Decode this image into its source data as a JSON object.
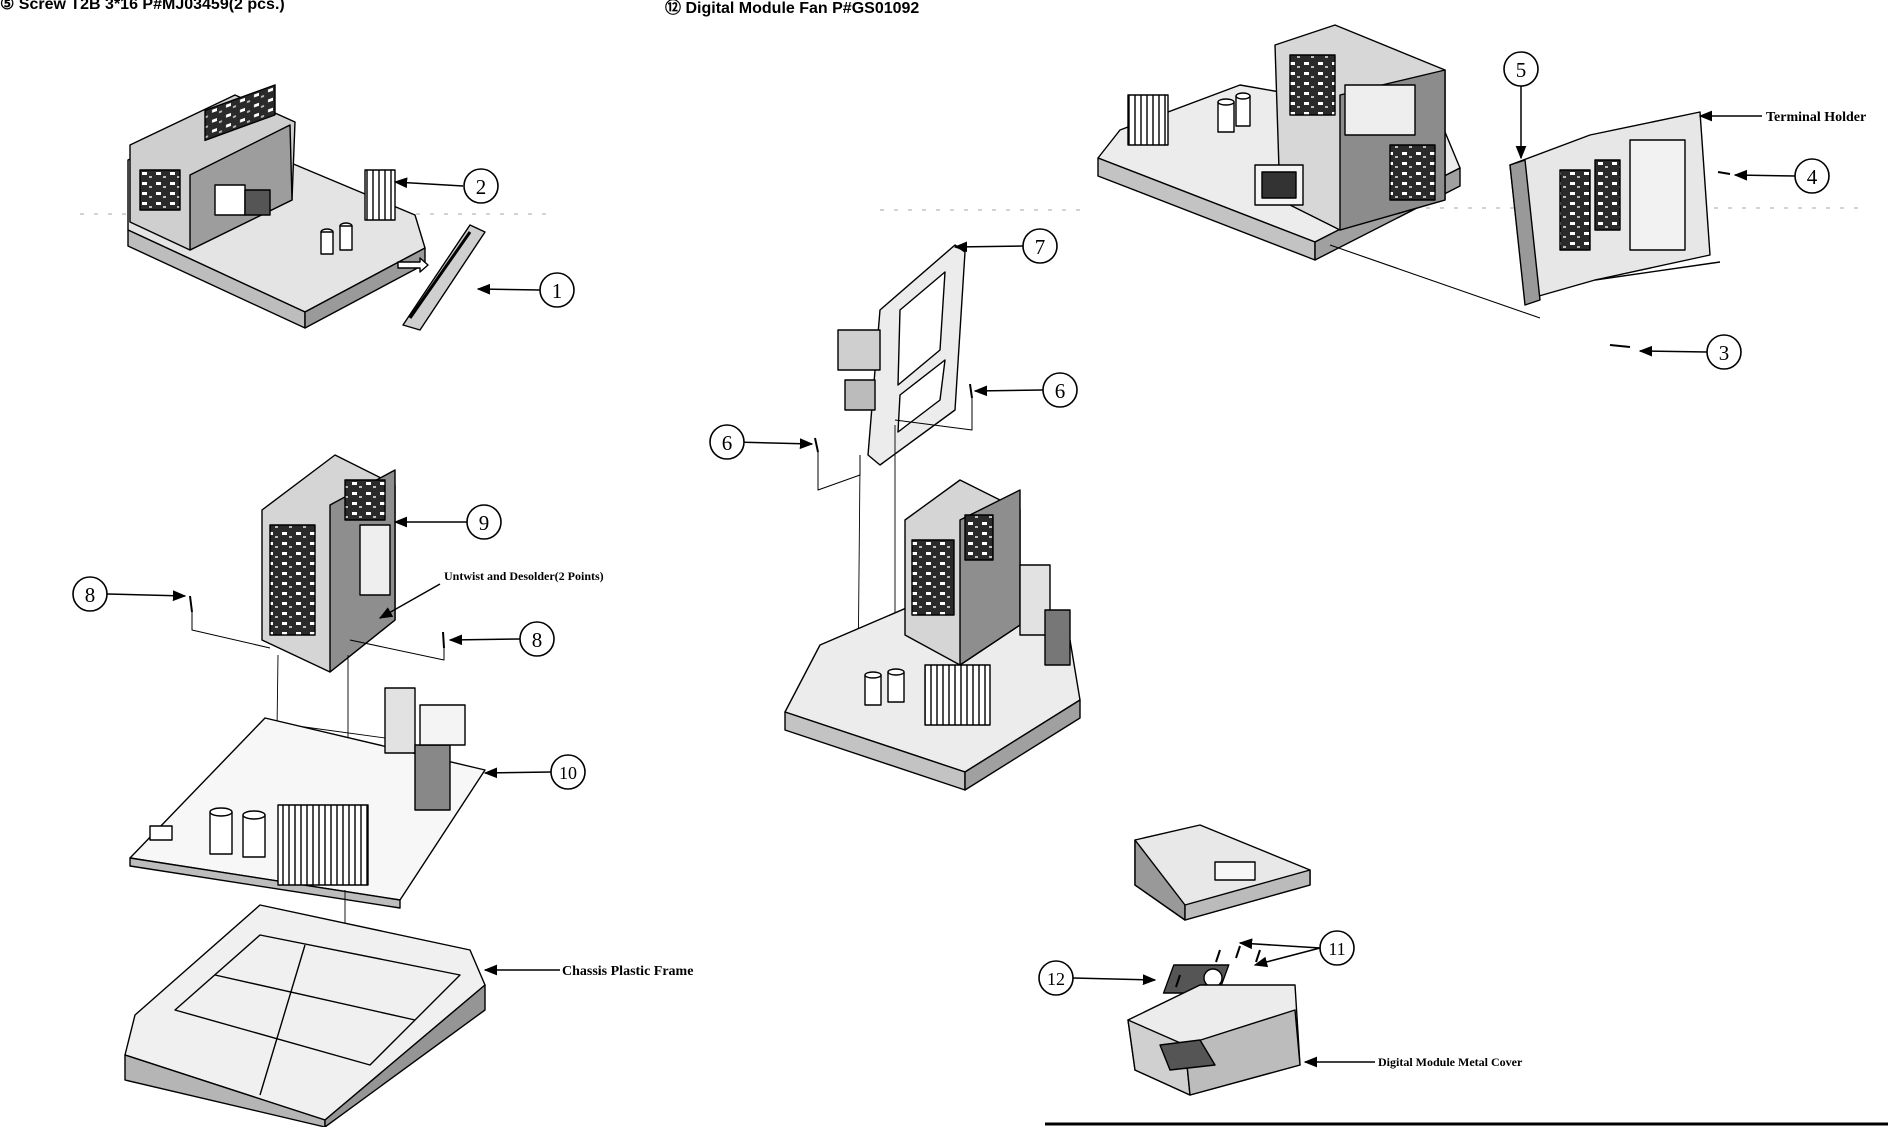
{
  "header": {
    "left_marker": "⑤",
    "left_text": "Screw T2B 3*16 P#MJ03459(2 pcs.)",
    "right_marker": "⑫",
    "right_text": "Digital Module Fan P#GS01092"
  },
  "callouts": {
    "c1": "1",
    "c2": "2",
    "c3": "3",
    "c4": "4",
    "c5": "5",
    "c6a": "6",
    "c6b": "6",
    "c7": "7",
    "c8a": "8",
    "c8b": "8",
    "c9": "9",
    "c10": "10",
    "c11": "11",
    "c12": "12"
  },
  "labels": {
    "terminal_holder": "Terminal Holder",
    "untwist": "Untwist and Desolder(2 Points)",
    "chassis_frame": "Chassis Plastic Frame",
    "digital_cover": "Digital Module Metal Cover"
  },
  "colors": {
    "ink": "#000000",
    "paper": "#ffffff",
    "shade_dark": "#1a1a1a",
    "shade_mid": "#6b6b6b",
    "shade_light": "#d8d8d8"
  }
}
